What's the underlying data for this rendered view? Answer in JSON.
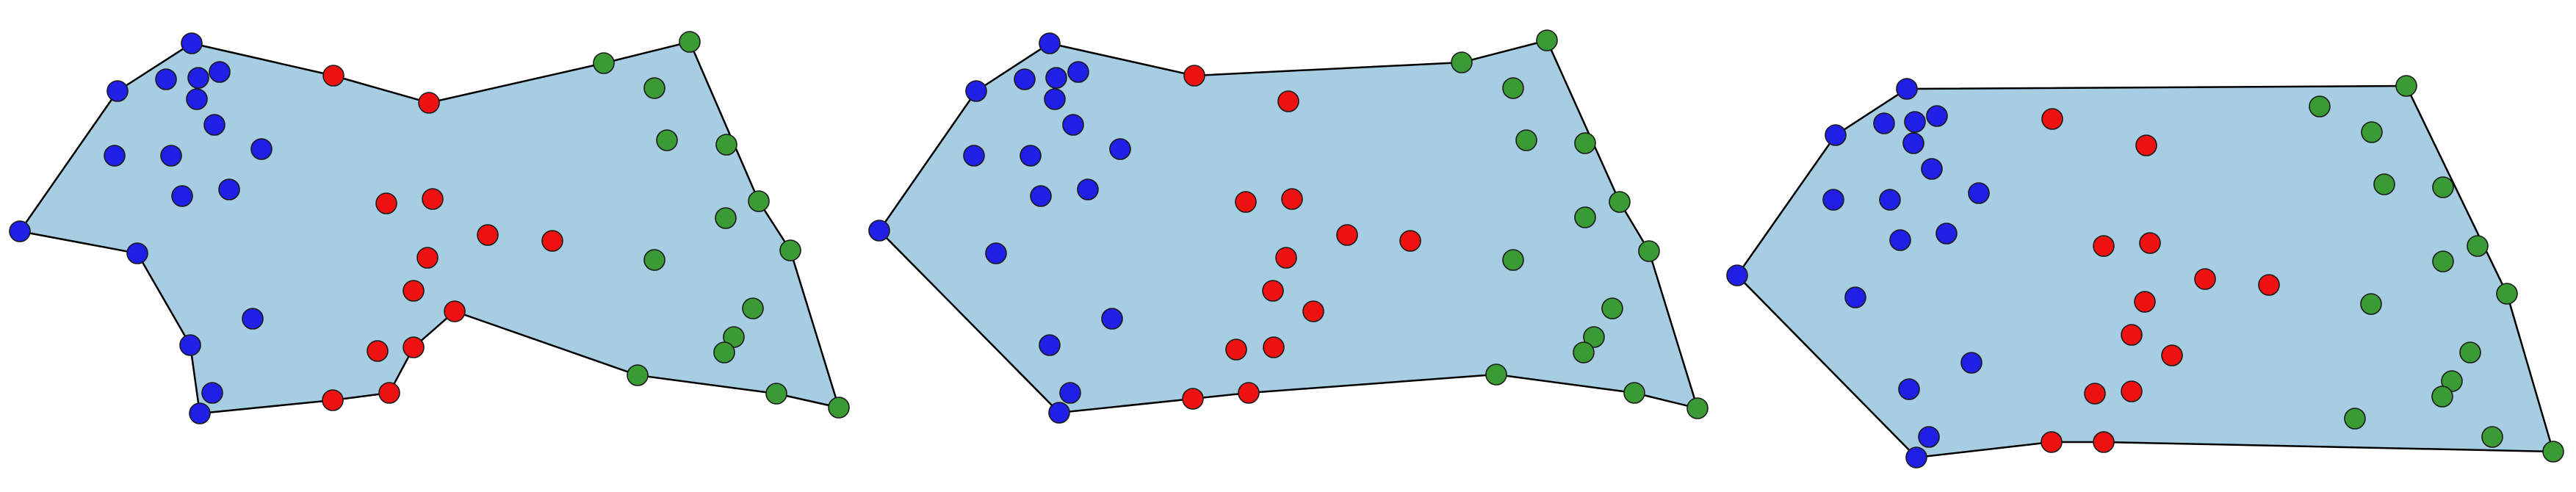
{
  "colors": {
    "background": "#ffffff",
    "hull_fill": "#a6cde1",
    "hull_stroke": "#000000",
    "blue": "#1f1fe6",
    "red": "#ee1111",
    "green": "#3a9b35"
  },
  "panels": [
    {
      "id": "panel-1",
      "hull": [
        [
          261,
          59
        ],
        [
          454,
          103
        ],
        [
          584,
          140
        ],
        [
          822,
          86
        ],
        [
          939,
          57
        ],
        [
          1033,
          274
        ],
        [
          1076,
          341
        ],
        [
          1142,
          555
        ],
        [
          1057,
          536
        ],
        [
          868,
          511
        ],
        [
          619,
          424
        ],
        [
          563,
          473
        ],
        [
          530,
          535
        ],
        [
          453,
          545
        ],
        [
          272,
          563
        ],
        [
          259,
          470
        ],
        [
          187,
          345
        ],
        [
          27,
          315
        ],
        [
          160,
          124
        ]
      ],
      "points": {
        "blue": [
          [
            261,
            59
          ],
          [
            160,
            124
          ],
          [
            226,
            108
          ],
          [
            270,
            106
          ],
          [
            299,
            98
          ],
          [
            268,
            135
          ],
          [
            292,
            170
          ],
          [
            356,
            203
          ],
          [
            156,
            212
          ],
          [
            233,
            212
          ],
          [
            248,
            267
          ],
          [
            312,
            258
          ],
          [
            27,
            315
          ],
          [
            187,
            345
          ],
          [
            344,
            434
          ],
          [
            259,
            470
          ],
          [
            289,
            535
          ],
          [
            272,
            563
          ]
        ],
        "red": [
          [
            454,
            103
          ],
          [
            584,
            140
          ],
          [
            526,
            277
          ],
          [
            589,
            271
          ],
          [
            664,
            320
          ],
          [
            752,
            328
          ],
          [
            582,
            351
          ],
          [
            563,
            396
          ],
          [
            619,
            424
          ],
          [
            563,
            473
          ],
          [
            514,
            478
          ],
          [
            530,
            535
          ],
          [
            453,
            545
          ]
        ],
        "green": [
          [
            939,
            57
          ],
          [
            822,
            86
          ],
          [
            891,
            120
          ],
          [
            908,
            191
          ],
          [
            989,
            197
          ],
          [
            1033,
            274
          ],
          [
            988,
            297
          ],
          [
            891,
            354
          ],
          [
            1076,
            341
          ],
          [
            1025,
            420
          ],
          [
            999,
            459
          ],
          [
            986,
            480
          ],
          [
            868,
            511
          ],
          [
            1057,
            536
          ],
          [
            1142,
            555
          ]
        ]
      }
    },
    {
      "id": "panel-2",
      "hull": [
        [
          1429,
          59
        ],
        [
          1626,
          103
        ],
        [
          1990,
          85
        ],
        [
          2106,
          55
        ],
        [
          2205,
          275
        ],
        [
          2245,
          342
        ],
        [
          2311,
          556
        ],
        [
          2225,
          535
        ],
        [
          2037,
          510
        ],
        [
          1700,
          535
        ],
        [
          1624,
          543
        ],
        [
          1442,
          562
        ],
        [
          1197,
          314
        ],
        [
          1329,
          124
        ]
      ],
      "points": {
        "blue": [
          [
            1429,
            59
          ],
          [
            1329,
            124
          ],
          [
            1395,
            108
          ],
          [
            1438,
            106
          ],
          [
            1468,
            98
          ],
          [
            1436,
            135
          ],
          [
            1461,
            170
          ],
          [
            1525,
            203
          ],
          [
            1326,
            212
          ],
          [
            1403,
            212
          ],
          [
            1417,
            267
          ],
          [
            1481,
            258
          ],
          [
            1197,
            314
          ],
          [
            1356,
            345
          ],
          [
            1514,
            434
          ],
          [
            1429,
            470
          ],
          [
            1457,
            535
          ],
          [
            1442,
            562
          ]
        ],
        "red": [
          [
            1626,
            103
          ],
          [
            1754,
            138
          ],
          [
            1696,
            275
          ],
          [
            1759,
            271
          ],
          [
            1834,
            320
          ],
          [
            1920,
            328
          ],
          [
            1751,
            351
          ],
          [
            1733,
            396
          ],
          [
            1788,
            424
          ],
          [
            1734,
            473
          ],
          [
            1683,
            476
          ],
          [
            1700,
            535
          ],
          [
            1624,
            543
          ]
        ],
        "green": [
          [
            2106,
            55
          ],
          [
            1990,
            85
          ],
          [
            2060,
            120
          ],
          [
            2078,
            191
          ],
          [
            2158,
            195
          ],
          [
            2205,
            275
          ],
          [
            2158,
            296
          ],
          [
            2060,
            354
          ],
          [
            2245,
            342
          ],
          [
            2195,
            420
          ],
          [
            2170,
            459
          ],
          [
            2156,
            480
          ],
          [
            2037,
            510
          ],
          [
            2225,
            535
          ],
          [
            2311,
            556
          ]
        ]
      }
    },
    {
      "id": "panel-3",
      "hull": [
        [
          2596,
          121
        ],
        [
          3276,
          117
        ],
        [
          3413,
          400
        ],
        [
          3476,
          615
        ],
        [
          2864,
          602
        ],
        [
          2793,
          602
        ],
        [
          2609,
          623
        ],
        [
          2365,
          375
        ],
        [
          2499,
          184
        ]
      ],
      "points": {
        "blue": [
          [
            2596,
            121
          ],
          [
            2499,
            184
          ],
          [
            2565,
            168
          ],
          [
            2607,
            166
          ],
          [
            2637,
            158
          ],
          [
            2605,
            195
          ],
          [
            2630,
            230
          ],
          [
            2694,
            263
          ],
          [
            2496,
            272
          ],
          [
            2573,
            272
          ],
          [
            2587,
            327
          ],
          [
            2650,
            318
          ],
          [
            2365,
            375
          ],
          [
            2526,
            405
          ],
          [
            2684,
            494
          ],
          [
            2599,
            530
          ],
          [
            2626,
            595
          ],
          [
            2609,
            623
          ]
        ],
        "red": [
          [
            2794,
            162
          ],
          [
            2922,
            198
          ],
          [
            2864,
            335
          ],
          [
            2927,
            331
          ],
          [
            3002,
            380
          ],
          [
            3089,
            388
          ],
          [
            2920,
            411
          ],
          [
            2902,
            456
          ],
          [
            2957,
            484
          ],
          [
            2902,
            533
          ],
          [
            2852,
            536
          ],
          [
            2864,
            602
          ],
          [
            2793,
            602
          ]
        ],
        "green": [
          [
            3276,
            117
          ],
          [
            3158,
            145
          ],
          [
            3229,
            180
          ],
          [
            3246,
            251
          ],
          [
            3326,
            255
          ],
          [
            3373,
            335
          ],
          [
            3326,
            356
          ],
          [
            3228,
            414
          ],
          [
            3413,
            400
          ],
          [
            3363,
            480
          ],
          [
            3338,
            519
          ],
          [
            3325,
            540
          ],
          [
            3206,
            570
          ],
          [
            3393,
            595
          ],
          [
            3476,
            615
          ]
        ]
      }
    }
  ]
}
